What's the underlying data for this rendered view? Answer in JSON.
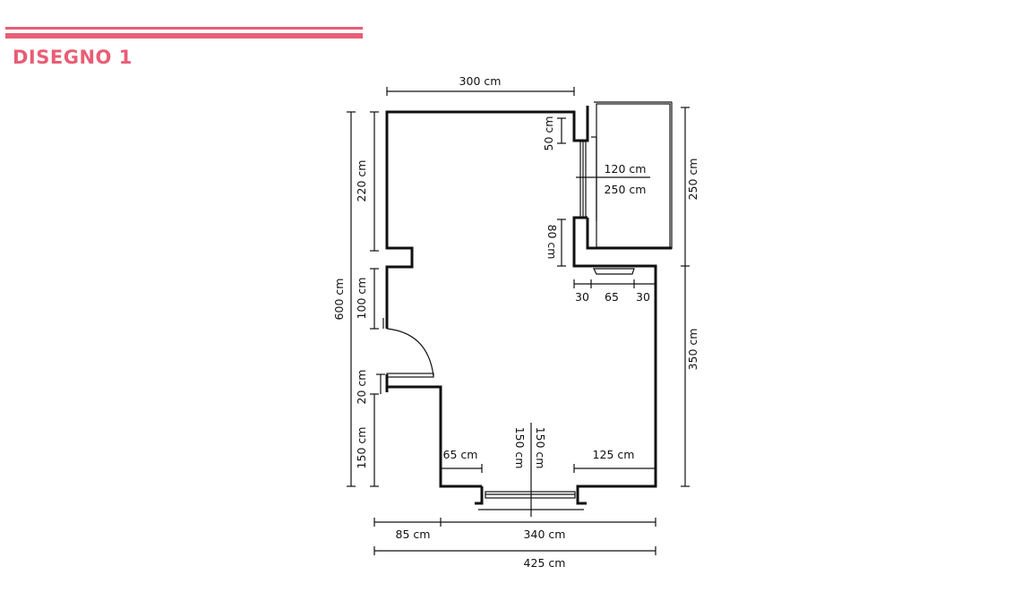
{
  "header": {
    "title": "DISEGNO 1",
    "accent_color": "#e85d75"
  },
  "plan": {
    "dimensions": {
      "top_width": "300 cm",
      "total_height": "600 cm",
      "left_top": "220 cm",
      "left_mid": "100 cm",
      "left_door_jamb": "20 cm",
      "left_bottom": "150 cm",
      "window_top_wall": "50 cm",
      "window_bottom_wall": "80 cm",
      "french_window_width": "120 cm",
      "french_window_height": "250 cm",
      "right_upper": "250 cm",
      "right_lower": "350 cm",
      "radiator_left": "30",
      "radiator_width": "65",
      "radiator_right": "30",
      "bottom_left_wall": "65 cm",
      "bottom_right_wall": "125 cm",
      "bottom_window_width": "150 cm",
      "bottom_window_height": "150 cm",
      "bottom_offset": "85 cm",
      "bottom_width": "340 cm",
      "total_width": "425 cm"
    }
  }
}
